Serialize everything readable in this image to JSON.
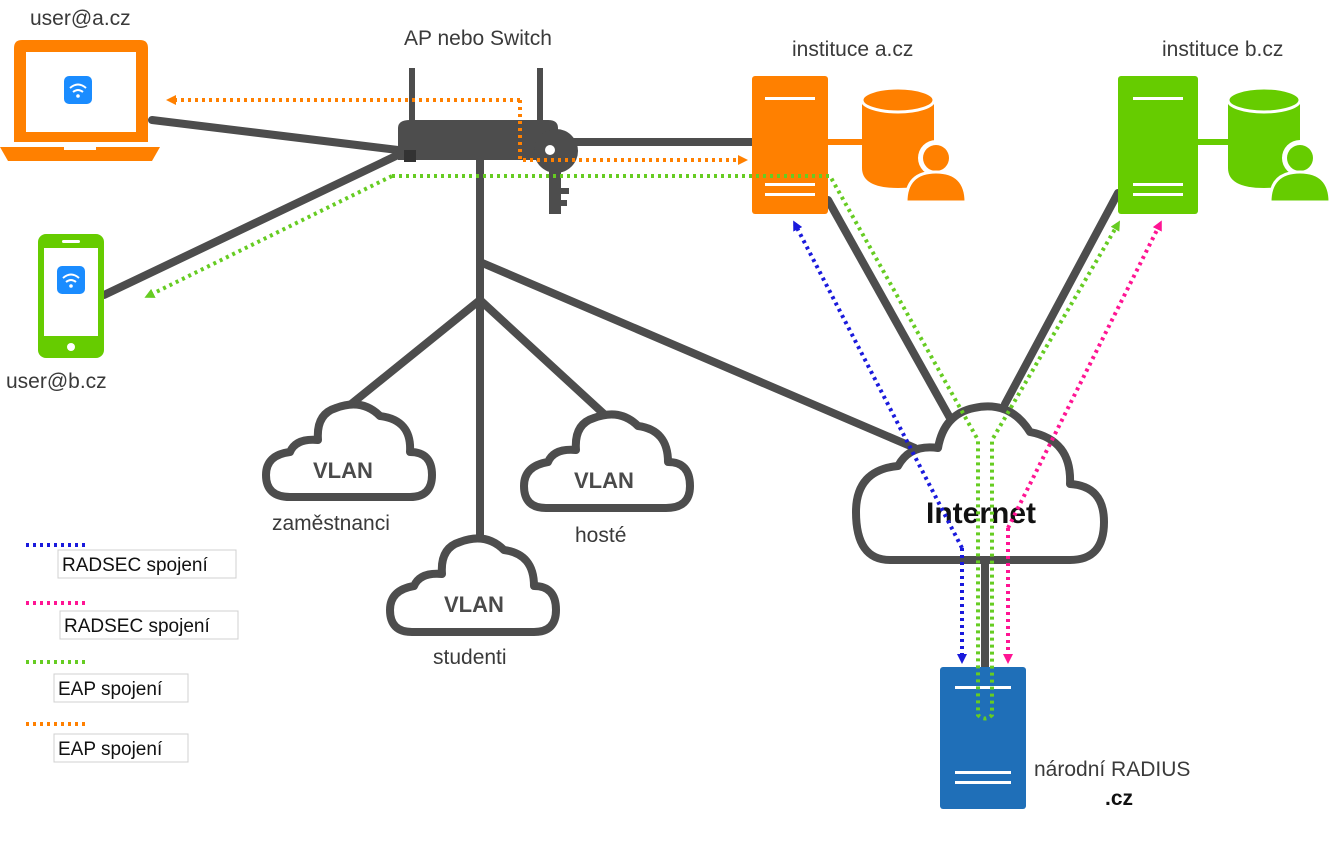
{
  "labels": {
    "user_a": "user@a.cz",
    "user_b": "user@b.cz",
    "ap": "AP nebo Switch",
    "inst_a": "instituce a.cz",
    "inst_b": "instituce b.cz",
    "internet": "Internet",
    "national_radius": "národní RADIUS",
    "national_radius_cz": ".cz"
  },
  "vlans": [
    {
      "text": "VLAN",
      "caption": "zaměstnanci"
    },
    {
      "text": "VLAN",
      "caption": "hosté"
    },
    {
      "text": "VLAN",
      "caption": "studenti"
    }
  ],
  "legend": [
    {
      "label": "RADSEC spojení",
      "color": "#1a1adc"
    },
    {
      "label": "RADSEC spojení",
      "color": "#ff1493"
    },
    {
      "label": "EAP spojení",
      "color": "#66cc22"
    },
    {
      "label": "EAP spojení",
      "color": "#ff8000"
    }
  ],
  "colors": {
    "orange": "#ff8000",
    "green": "#66cc00",
    "blue_server": "#1f6fb8",
    "cable": "#4d4d4d",
    "wifi_badge": "#1a8cff"
  },
  "icons": [
    "laptop-icon",
    "phone-icon",
    "wifi-icon",
    "router-icon",
    "key-icon",
    "server-icon",
    "database-user-icon",
    "cloud-icon"
  ]
}
